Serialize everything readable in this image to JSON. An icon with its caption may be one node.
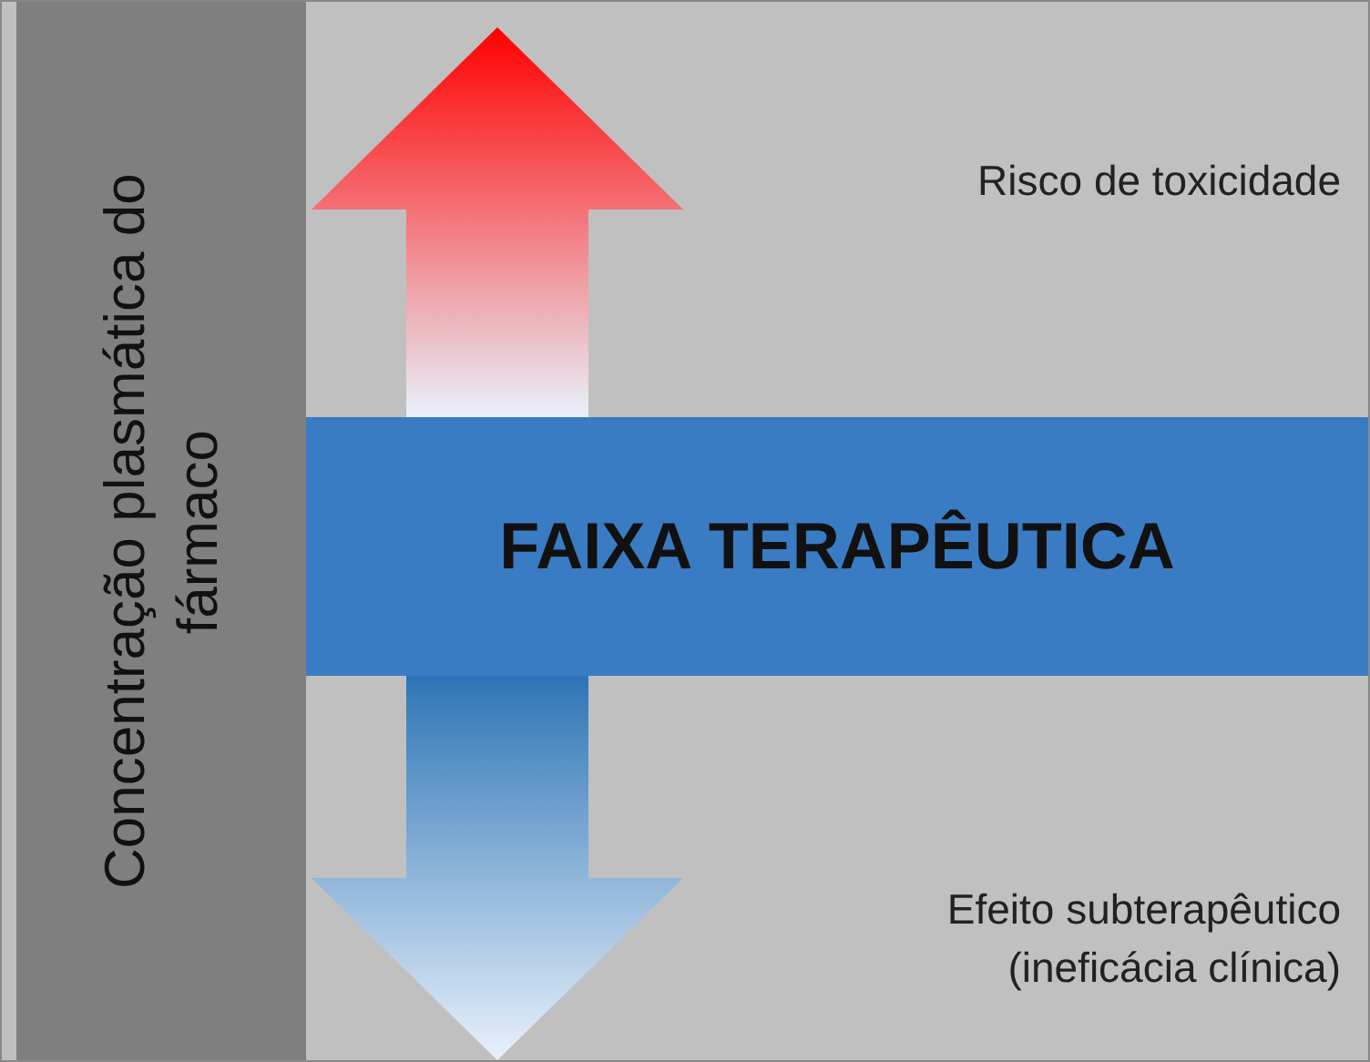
{
  "diagram": {
    "nodes": [
      {
        "text": [
          "Concentração plasmática do fármaco"
        ]
      },
      {
        "text": [
          "FAIXA TERAPÊUTICA"
        ]
      }
    ],
    "edges": [
      {
        "from": 1,
        "to": null,
        "arrow": "to",
        "color": "#ff0000"
      },
      {
        "from": 1,
        "to": null,
        "arrow": "to",
        "color": "#2e75b6"
      }
    ],
    "labels": [
      "Risco de toxicidade",
      "Efeito subterapêutico (ineficácia clínica)"
    ]
  }
}
